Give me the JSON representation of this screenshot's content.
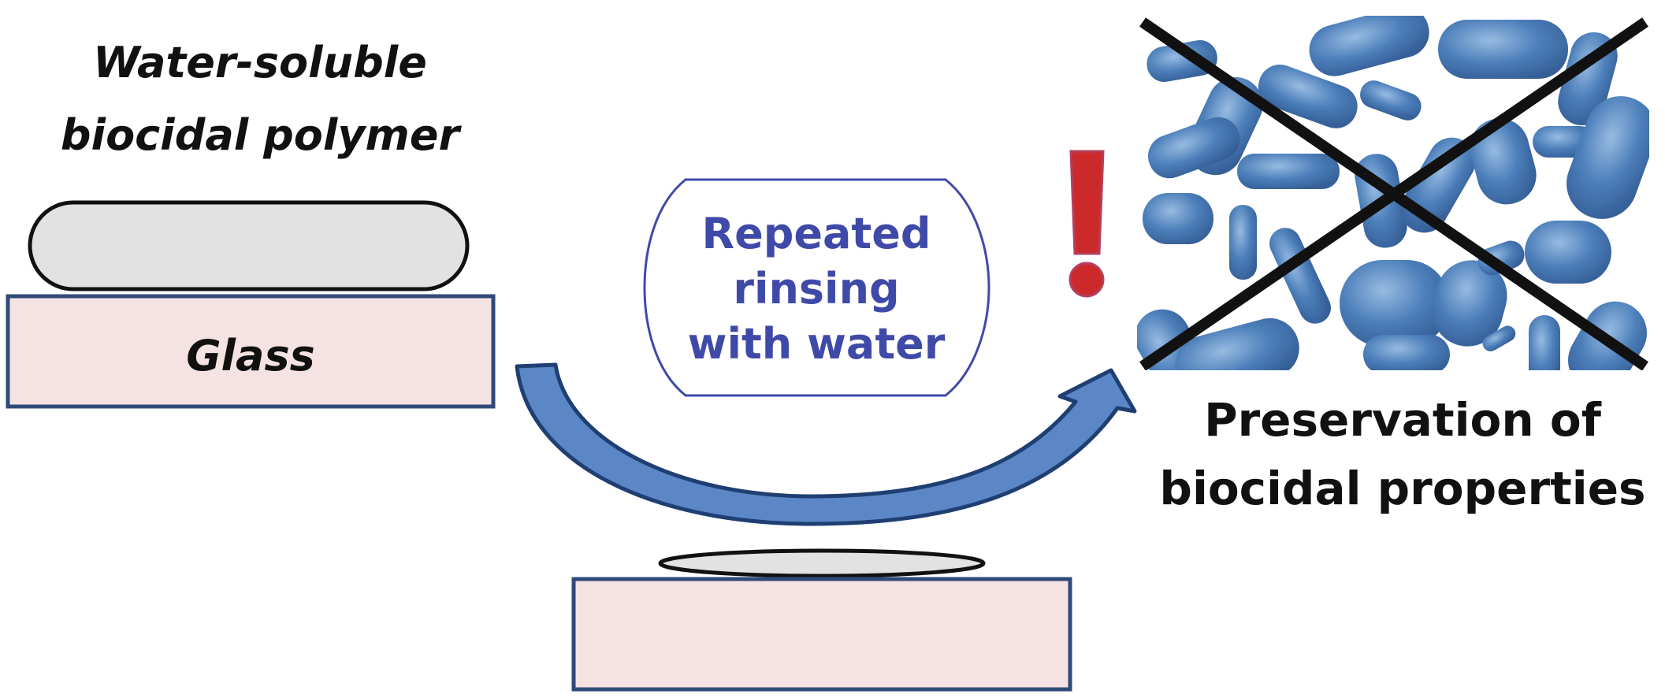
{
  "figure": {
    "left_panel": {
      "title_lines": [
        "Water-soluble",
        "biocidal polymer"
      ],
      "substrate_label": "Glass"
    },
    "process": {
      "label_lines": [
        "Repeated",
        "rinsing",
        "with water"
      ],
      "arrow_icon": "curved-arrow-icon",
      "alert_icon": "exclamation-icon"
    },
    "bottom_panel": {
      "description": "thin polymer layer remaining on glass after rinsing"
    },
    "right_panel": {
      "image": "bacteria-crossed-out",
      "caption_lines": [
        "Preservation of",
        "biocidal properties"
      ]
    },
    "colors": {
      "polymer_fill": "#e2e2e2",
      "glass_fill": "#f5e3e3",
      "glass_border": "#2f4a7a",
      "arrow_fill": "#5b87c7",
      "arrow_border": "#1f3f73",
      "rinse_text": "#3f4aa8",
      "alert_red": "#cc2a2a",
      "bacteria_blue": "#3d74b4"
    }
  }
}
